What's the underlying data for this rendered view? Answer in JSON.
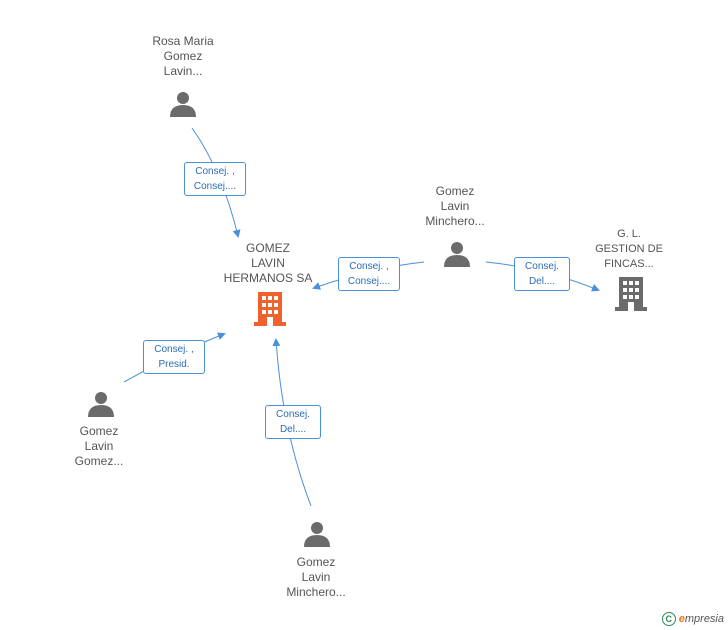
{
  "nodes": {
    "rosa": {
      "lines": [
        "Rosa Maria",
        "Gomez",
        "Lavin..."
      ]
    },
    "company_main": {
      "lines": [
        "GOMEZ",
        "LAVIN",
        "HERMANOS SA"
      ]
    },
    "minchero_top": {
      "lines": [
        "Gomez",
        "Lavin",
        "Minchero..."
      ]
    },
    "gl_gestion": {
      "lines": [
        "G. L.",
        "GESTION DE",
        "FINCAS..."
      ]
    },
    "gomez_left": {
      "lines": [
        "Gomez",
        "Lavin",
        "Gomez..."
      ]
    },
    "minchero_bottom": {
      "lines": [
        "Gomez",
        "Lavin",
        "Minchero..."
      ]
    }
  },
  "edges": {
    "rosa_to_main": {
      "lines": [
        "Consej. ,",
        "Consej...."
      ]
    },
    "minchero_to_main": {
      "lines": [
        "Consej. ,",
        "Consej...."
      ]
    },
    "minchero_to_gl": {
      "lines": [
        "Consej.",
        "Del...."
      ]
    },
    "gomez_to_main": {
      "lines": [
        "Consej. ,",
        "Presid."
      ]
    },
    "minchero_bottom_to_main": {
      "lines": [
        "Consej.",
        "Del...."
      ]
    }
  },
  "colors": {
    "edge": "#4a90d9",
    "person": "#6b6b6b",
    "company_main": "#f0622d",
    "company_other": "#6b6b6b"
  },
  "footer": {
    "copyright_symbol": "C",
    "brand_e": "e",
    "brand_rest": "mpresia"
  }
}
